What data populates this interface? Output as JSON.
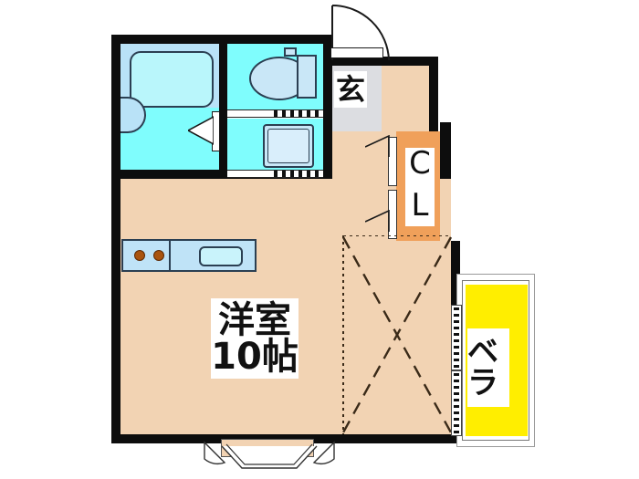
{
  "plan": {
    "type": "apartment-floor-plan",
    "labels": {
      "main_room_name": "洋室",
      "main_room_size": "10帖",
      "entrance": "玄",
      "closet": "CL",
      "balcony": "ベラ"
    },
    "rooms": [
      {
        "key": "western_room",
        "name": "洋室",
        "size": "10帖",
        "color": "#f2d3b3"
      },
      {
        "key": "entrance",
        "name": "玄",
        "size": "",
        "color": "#dcdde1"
      },
      {
        "key": "closet",
        "name": "CL",
        "size": "",
        "color": "#f0a05a"
      },
      {
        "key": "balcony",
        "name": "ベラ",
        "size": "",
        "color": "#ffee00"
      },
      {
        "key": "bath",
        "name": "",
        "size": "",
        "color": "#7ffdfd"
      },
      {
        "key": "toilet",
        "name": "",
        "size": "",
        "color": "#7ffdfd"
      },
      {
        "key": "washroom",
        "name": "",
        "size": "",
        "color": "#7ffdfd"
      }
    ],
    "fixtures": [
      {
        "key": "bathtub",
        "label": ""
      },
      {
        "key": "toilet-bowl",
        "label": ""
      },
      {
        "key": "toilet-tank",
        "label": ""
      },
      {
        "key": "washing-machine",
        "label": ""
      },
      {
        "key": "kitchen-sink",
        "label": ""
      },
      {
        "key": "gas-burner-left",
        "label": ""
      },
      {
        "key": "gas-burner-right",
        "label": ""
      },
      {
        "key": "bay-window",
        "label": ""
      }
    ],
    "colors": {
      "wall": "#0d0d0d",
      "room_floor": "#f2d3b3",
      "wet_area": "#7ffdfd",
      "bathtub": "#b9e2f7",
      "closet": "#f0a05a",
      "balcony": "#ffee00",
      "entrance_tile": "#dcdde1",
      "fixture_fill": "#c9e7f7",
      "fixture_stroke": "#2b3f52",
      "background": "#ffffff"
    }
  }
}
